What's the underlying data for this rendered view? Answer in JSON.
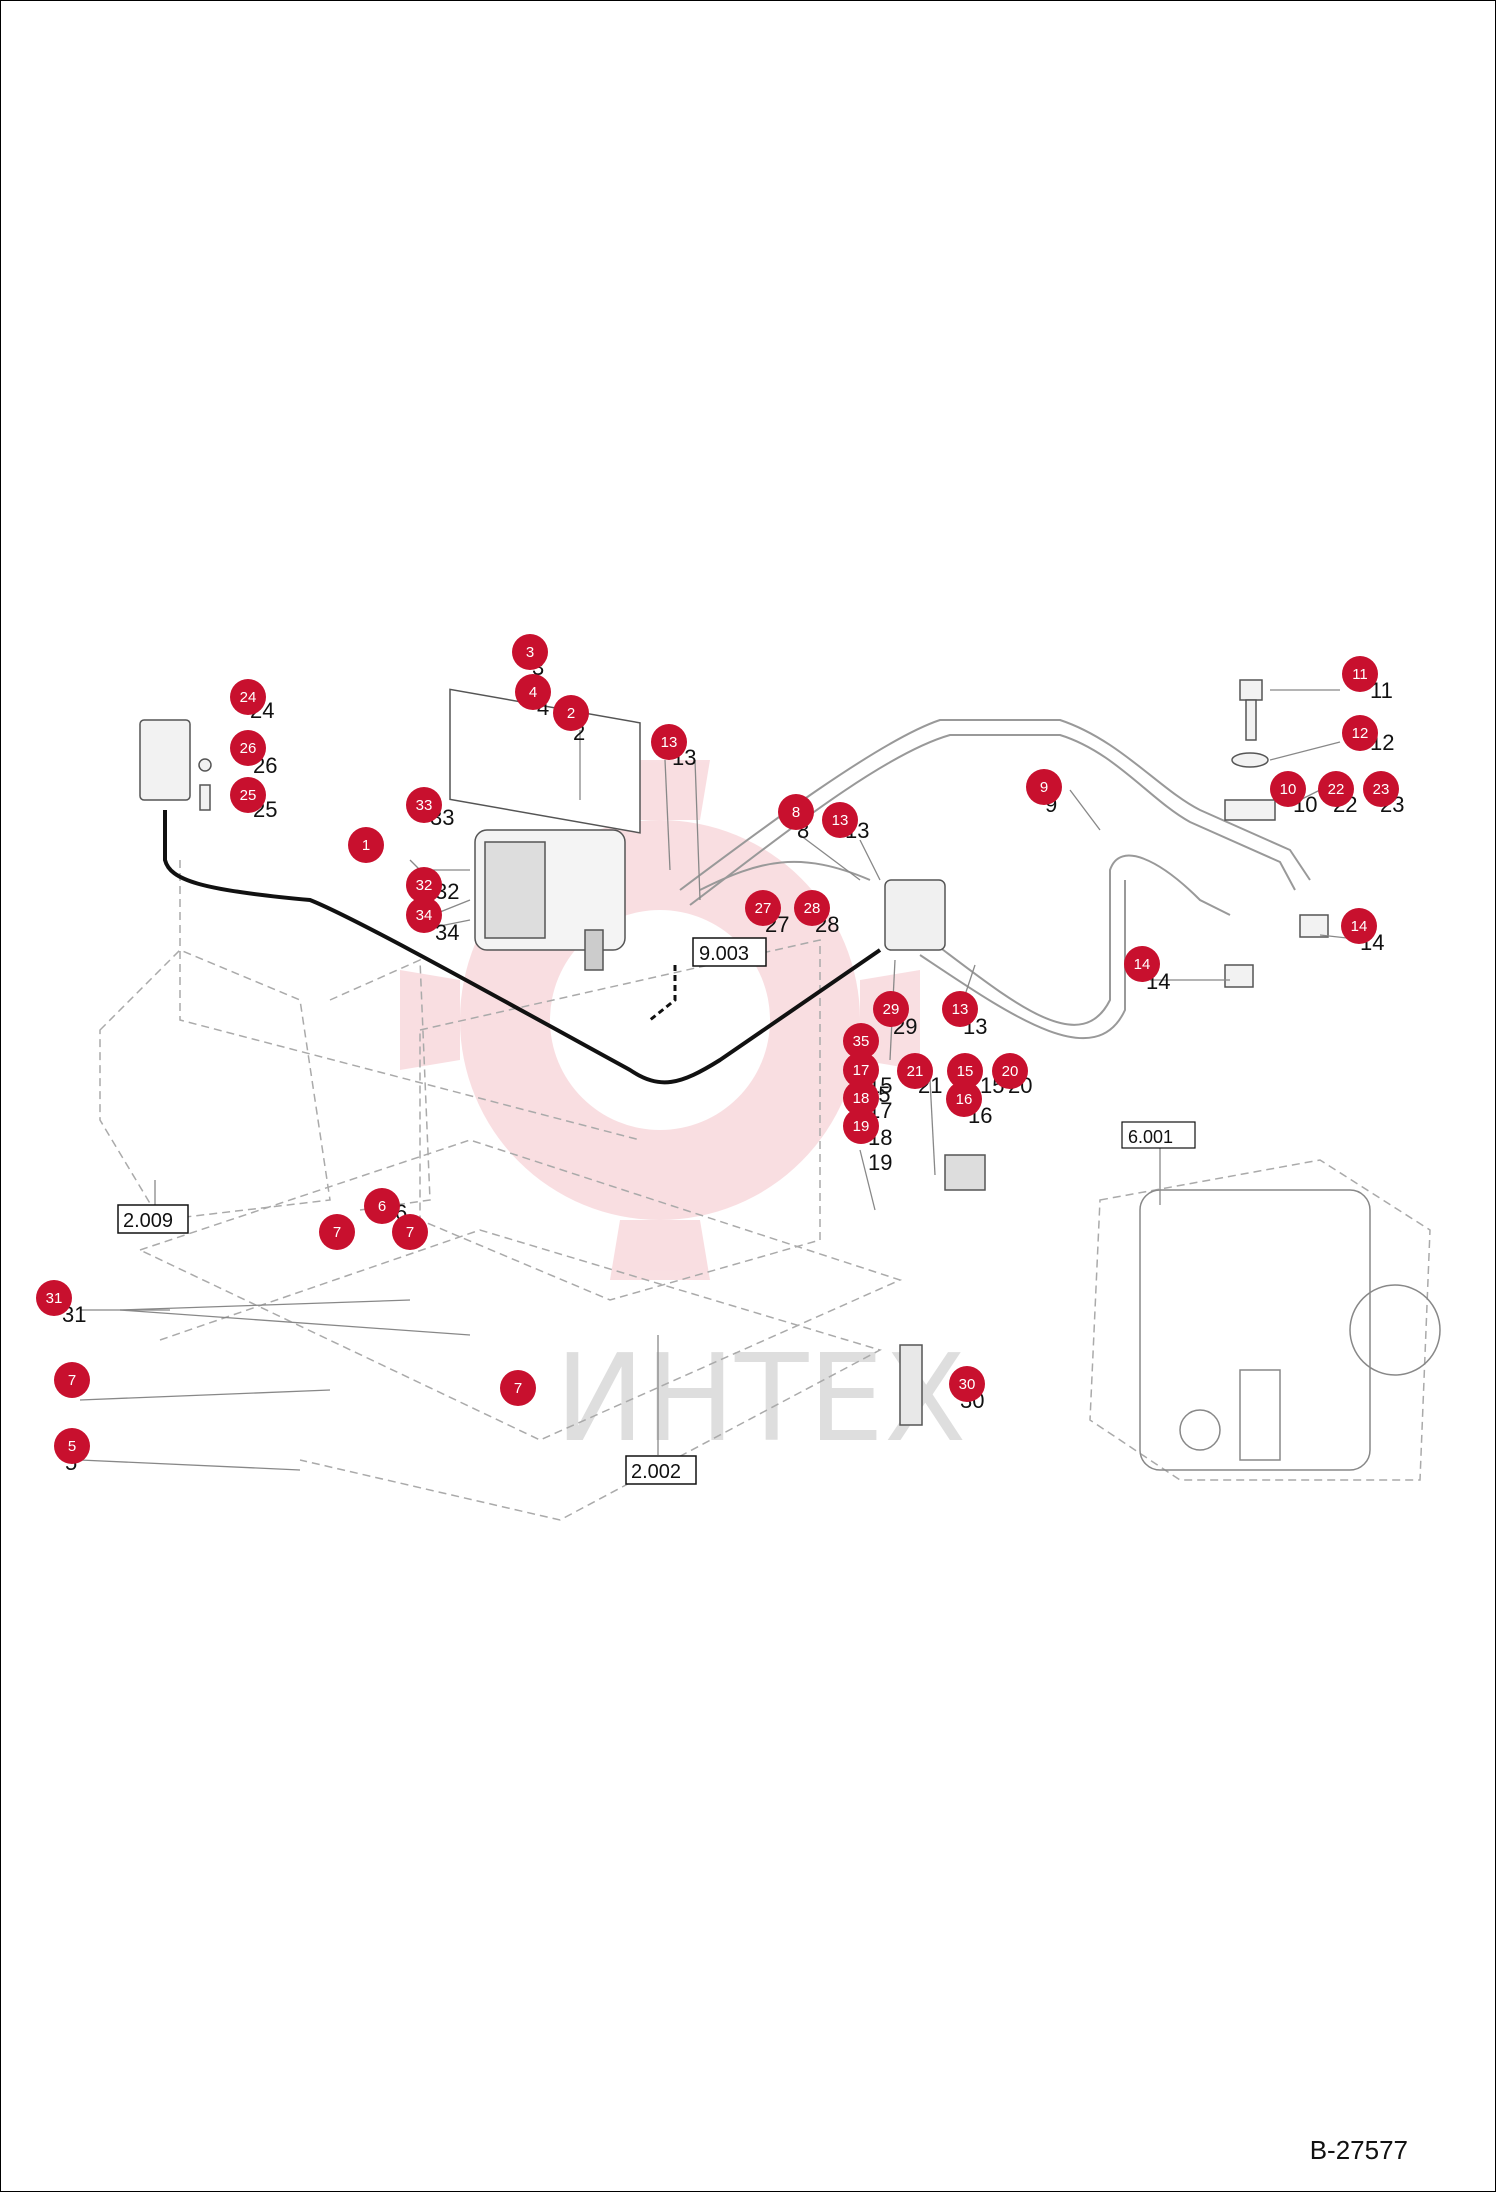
{
  "document": {
    "code": "B-27577"
  },
  "watermark": {
    "text": "ИНТЕХ"
  },
  "colors": {
    "badge": "#c8102e",
    "badge_text": "#ffffff",
    "line": "#999999",
    "cable": "#111111"
  },
  "reference_boxes": [
    "9.003",
    "6.001",
    "2.009",
    "2.002"
  ],
  "callouts": [
    "1",
    "2",
    "3",
    "4",
    "5",
    "6",
    "7",
    "8",
    "9",
    "10",
    "11",
    "12",
    "13",
    "14",
    "15",
    "16",
    "17",
    "18",
    "19",
    "20",
    "21",
    "22",
    "23",
    "24",
    "25",
    "26",
    "27",
    "28",
    "29",
    "30",
    "31",
    "32",
    "33",
    "34",
    "35"
  ]
}
